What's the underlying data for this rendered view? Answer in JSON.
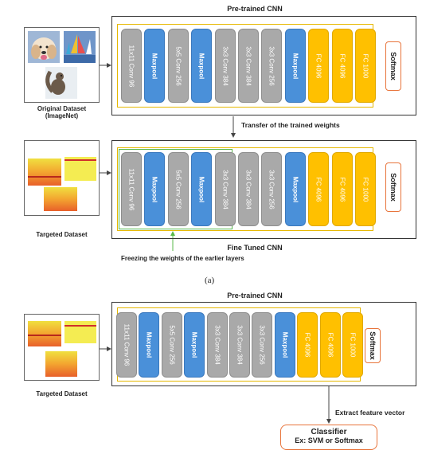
{
  "panel_a": {
    "top_title": "Pre-trained CNN",
    "dataset_label_line1": "Original Dataset",
    "dataset_label_line2": "(ImageNet)",
    "transfer_label": "Transfer of the trained weights",
    "target_label": "Targeted Dataset",
    "fine_tuned_title": "Fine Tuned CNN",
    "freeze_label": "Freezing the weights of the earlier layers",
    "caption": "(a)"
  },
  "panel_b": {
    "title": "Pre-trained CNN",
    "target_label": "Targeted Dataset",
    "extract_label": "Extract feature vector",
    "classifier_line1": "Classifier",
    "classifier_line2": "Ex: SVM or Softmax"
  },
  "layers": [
    {
      "label": "11x11 Conv 96",
      "kind": "gray"
    },
    {
      "label": "Maxpool",
      "kind": "blue"
    },
    {
      "label": "5x5 Conv 256",
      "kind": "gray"
    },
    {
      "label": "Maxpool",
      "kind": "blue"
    },
    {
      "label": "3x3 Conv 384",
      "kind": "gray"
    },
    {
      "label": "3x3 Conv 384",
      "kind": "gray"
    },
    {
      "label": "3x3 Conv 256",
      "kind": "gray"
    },
    {
      "label": "Maxpool",
      "kind": "blue"
    },
    {
      "label": "FC 4096",
      "kind": "yellow"
    },
    {
      "label": "FC 4096",
      "kind": "yellow"
    },
    {
      "label": "FC 1000",
      "kind": "yellow"
    }
  ],
  "softmax_label": "Softmax",
  "colors": {
    "conv": "#a9a9a9",
    "maxpool": "#4a90d9",
    "fc": "#ffc000",
    "softmax_border": "#e8743b",
    "freeze_marker": "#59b84a"
  }
}
